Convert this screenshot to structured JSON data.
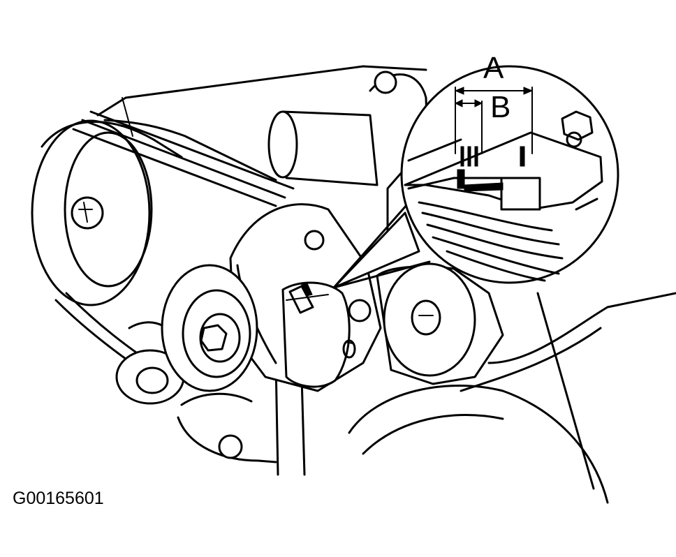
{
  "figure": {
    "id": "G00165601",
    "callouts": {
      "a": "A",
      "b": "B"
    }
  },
  "colors": {
    "ink": "#000000",
    "paper": "#ffffff"
  }
}
